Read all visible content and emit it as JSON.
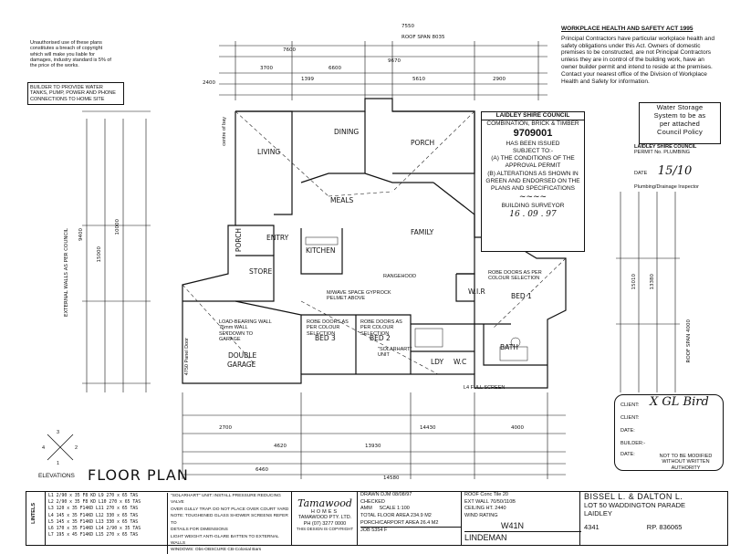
{
  "copyright_note": "Unauthorised use of these plans constitutes a breach of copyright which will make you liable for damages, industry standard is 5% of the price of the works.",
  "builder_note": "BUILDER TO PROVIDE WATER TANKS, PUMP, POWER AND PHONE CONNECTIONS TO HOME SITE",
  "whs": {
    "title": "WORKPLACE HEALTH AND SAFETY ACT 1995",
    "body": "Principal Contractors have particular workplace health and safety obligations under this Act. Owners of domestic premises to be constructed, are not Principal Contractors unless they are in control of the building work, have an owner builder permit and intend to reside at the premises. Contact your nearest office of the Division of Workplace Health and Safety for information."
  },
  "water_stamp": {
    "line1": "Water Storage",
    "line2": "System to be as",
    "line3": "per attached",
    "line4": "Council Policy"
  },
  "council_permit": {
    "title": "LAIDLEY SHIRE COUNCIL",
    "sub": "PERMIT No. PLUMBING",
    "date_label": "DATE",
    "date_value": "15/10",
    "footer": "Plumbing/Drainage Inspector"
  },
  "council_stamp": {
    "title": "LAIDLEY SHIRE COUNCIL",
    "line1": "COMBINATION, BRICK & TIMBER",
    "permit_no": "9709001",
    "line2": "HAS BEEN ISSUED",
    "line3": "SUBJECT TO:-",
    "cond_a": "(A) THE CONDITIONS OF THE APPROVAL PERMIT",
    "cond_b": "(B) ALTERATIONS AS SHOWN IN GREEN AND ENDORSED ON THE PLANS AND SPECIFICATIONS",
    "surveyor": "BUILDING SURVEYOR",
    "date_value": "16 . 09 . 97"
  },
  "rooms": {
    "dining": "DINING",
    "porch": "PORCH",
    "living": "LIVING",
    "meals": "MEALS",
    "family": "FAMILY",
    "kitchen": "KITCHEN",
    "entry": "ENTRY",
    "store": "STORE",
    "porch_v": "PORCH",
    "garage1": "DOUBLE",
    "garage2": "GARAGE",
    "bed1": "BED 1",
    "bed2": "BED 2",
    "bed3": "BED 3",
    "wir": "W.I.R",
    "bath": "BATH",
    "wc": "W.C",
    "ldy": "LDY",
    "rangehood": "RANGEHOOD",
    "solarhart": "\"SOLARHART\" UNIT",
    "robe3": "ROBE DOORS AS PER COLOUR SELECTION",
    "robe2": "ROBE DOORS AS PER COLOUR SELECTION",
    "robe1": "ROBE DOORS AS PER COLOUR SELECTION",
    "load_bearing": "LOAD-BEARING WALL 75mm WALL SETDOWN TO GARAGE",
    "microwave": "M/WAVE SPACE GYPROCK PELMET ABOVE",
    "panel_door": "4750 Panel Door",
    "centre_bay": "centre of bay",
    "full_screen": "L4 FULL SCREEN"
  },
  "dims": {
    "top_overall": "7550",
    "top_roof": "ROOF SPAN 8035",
    "top_a": "7600",
    "top_b": "3700",
    "top_c": "6600",
    "top_d": "9670",
    "top_e": "2400",
    "top_f": "1399",
    "top_g": "5610",
    "top_h": "2900",
    "bottom_a": "14430",
    "bottom_b": "13930",
    "bottom_c": "6460",
    "bottom_d": "14580",
    "bottom_e": "4000",
    "bottom_f": "2700",
    "bottom_g": "4620",
    "left_a": "9400",
    "left_b": "15000",
    "left_c": "10000",
    "right_a": "15010",
    "right_b": "13380",
    "right_c": "ROOF SPAN 4000"
  },
  "floor_plan": {
    "elevations": "ELEVATIONS",
    "title": "FLOOR PLAN",
    "n1": "1",
    "n2": "2",
    "n3": "3",
    "n4": "4"
  },
  "client_box": {
    "client1_label": "CLIENT:",
    "client1_sig": "X GL Bird",
    "client2_label": "CLIENT:",
    "date_label": "DATE:",
    "builder_label": "BUILDER:-",
    "date2_label": "DATE:",
    "note": "NOT TO BE MODIFIED WITHOUT WRITTEN AUTHORITY"
  },
  "lintels": {
    "label": "LINTELS",
    "rows": [
      "L1 2/90 x 35 F8 KD  L9 270 x 65 TAS",
      "L2 2/90 x 35 F8 KD  L10 270 x 65 TAS",
      "L3 120 x 35 F14KD  L11 270 x 65 TAS",
      "L4 145 x 35 F14KD  L12 330 x 65 TAS",
      "L5 145 x 35 F14KD  L13 330 x 65 TAS",
      "L6 170 x 35 F14KD  L14 2/90 x 35 TAS",
      "L7 195 x 45 F14KD  L15 270 x 65 TAS"
    ]
  },
  "notes": [
    "\"SOLARHART\" UNIT: INSTALL PRESSURE REDUCING VALVE",
    "OVER GULLY TRAP. DO NOT PLACE OVER COURT YARD",
    "NOTE: TOUGHENED GLASS SHOWER SCREENS REFER TO",
    "DETAILS FOR DIMENSIONS",
    "LIGHT WEIGHT ANTI-GLARE BATTEN TO EXTERNAL WALLS",
    "WINDOWS: Obs-OBSCURE  CB-Colonial Bars"
  ],
  "company": {
    "name": "Tamawood",
    "sub": "HOMES",
    "pty": "TAMAWOOD PTY. LTD.",
    "phone": "PH (07) 3277 0000",
    "copyright": "THIS DESIGN IS COPYRIGHT"
  },
  "drawn_box": {
    "drawn_label": "DRAWN",
    "drawn_value": "DJM 08/08/97",
    "checked_label": "CHECKED",
    "amm": "AMM",
    "scale": "SCALE 1:100",
    "total_area_label": "TOTAL FLOOR AREA",
    "total_area": "234.9 M2",
    "porch_area_label": "PORCH/CARPORT AREA",
    "porch_area": "26.4 M2",
    "job_label": "JOB",
    "job_value": "5354 F"
  },
  "spec_box": {
    "roof": "ROOF  Conc Tile 20",
    "ext_wall": "EXT WALL  70/50/110B",
    "ceiling": "CEILING HT.  2440",
    "wind": "WIND RATING",
    "wind_value": "W41N",
    "plan_name": "LINDEMAN"
  },
  "client_info": {
    "names": "BISSEL L. & DALTON L.",
    "lot": "LOT 50 WADDINGTON PARADE",
    "town": "LAIDLEY",
    "left_code": "4341",
    "rp": "RP. 836065"
  },
  "side_note": "EXTERNAL WALLS AS PER COUNCIL",
  "colors": {
    "ink": "#111111",
    "paper": "#ffffff"
  }
}
